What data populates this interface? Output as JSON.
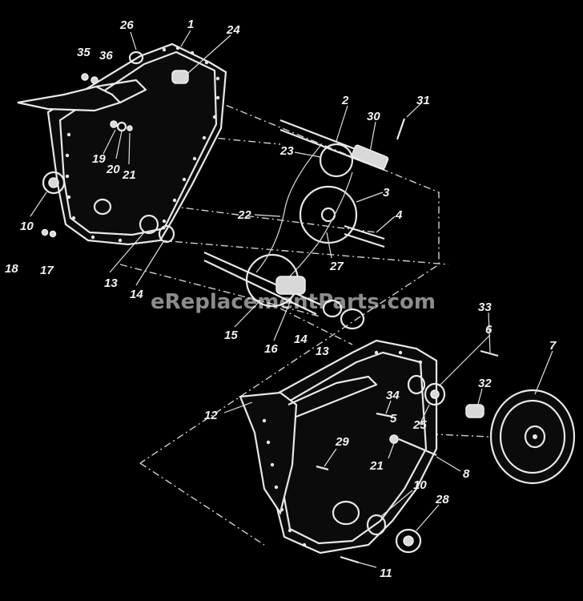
{
  "watermark": "eReplacementParts.com",
  "callouts": {
    "c1": "1",
    "c2": "2",
    "c3": "3",
    "c4": "4",
    "c5": "5",
    "c6": "6",
    "c7": "7",
    "c8": "8",
    "c10a": "10",
    "c10b": "10",
    "c11": "11",
    "c12": "12",
    "c13a": "13",
    "c13b": "13",
    "c14a": "14",
    "c14b": "14",
    "c15": "15",
    "c16": "16",
    "c17": "17",
    "c18": "18",
    "c19": "19",
    "c20": "20",
    "c21a": "21",
    "c21b": "21",
    "c22": "22",
    "c23": "23",
    "c24": "24",
    "c25": "25",
    "c26": "26",
    "c27": "27",
    "c28": "28",
    "c29": "29",
    "c30": "30",
    "c31": "31",
    "c32": "32",
    "c33": "33",
    "c34": "34",
    "c35": "35",
    "c36": "36"
  }
}
